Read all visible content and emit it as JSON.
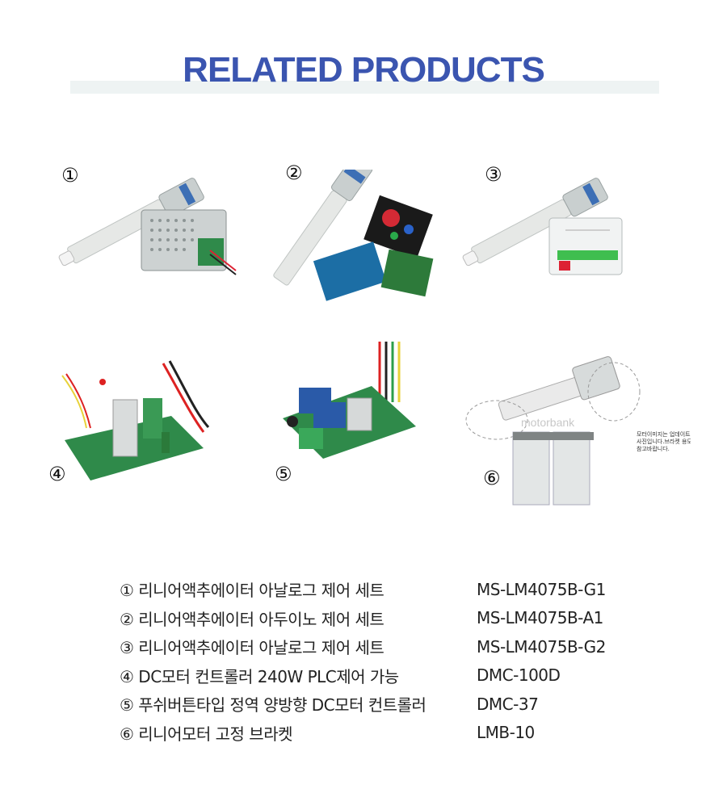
{
  "header": {
    "title": "RELATED PRODUCTS"
  },
  "products": [
    {
      "marker": "①",
      "name": "① 리니어액추에이터 아날로그 제어 세트",
      "code": "MS-LM4075B-G1"
    },
    {
      "marker": "②",
      "name": "② 리니어액추에이터 아두이노 제어 세트",
      "code": "MS-LM4075B-A1"
    },
    {
      "marker": "③",
      "name": "③ 리니어액추에이터 아날로그 제어 세트",
      "code": "MS-LM4075B-G2"
    },
    {
      "marker": "④",
      "name": "④ DC모터 컨트롤러 240W PLC제어 가능",
      "code": "DMC-100D"
    },
    {
      "marker": "⑤",
      "name": "⑤ 푸쉬버튼타입 정역 양방향 DC모터 컨트롤러",
      "code": "DMC-37"
    },
    {
      "marker": "⑥",
      "name": "⑥ 리니어모터 고정 브라켓",
      "code": "LMB-10"
    }
  ],
  "bracket_photo": {
    "watermark": "motorbank",
    "note": "모터이미지는 업데이트 전 사진입니다.브라켓 용도만으로 참고바랍니다."
  }
}
